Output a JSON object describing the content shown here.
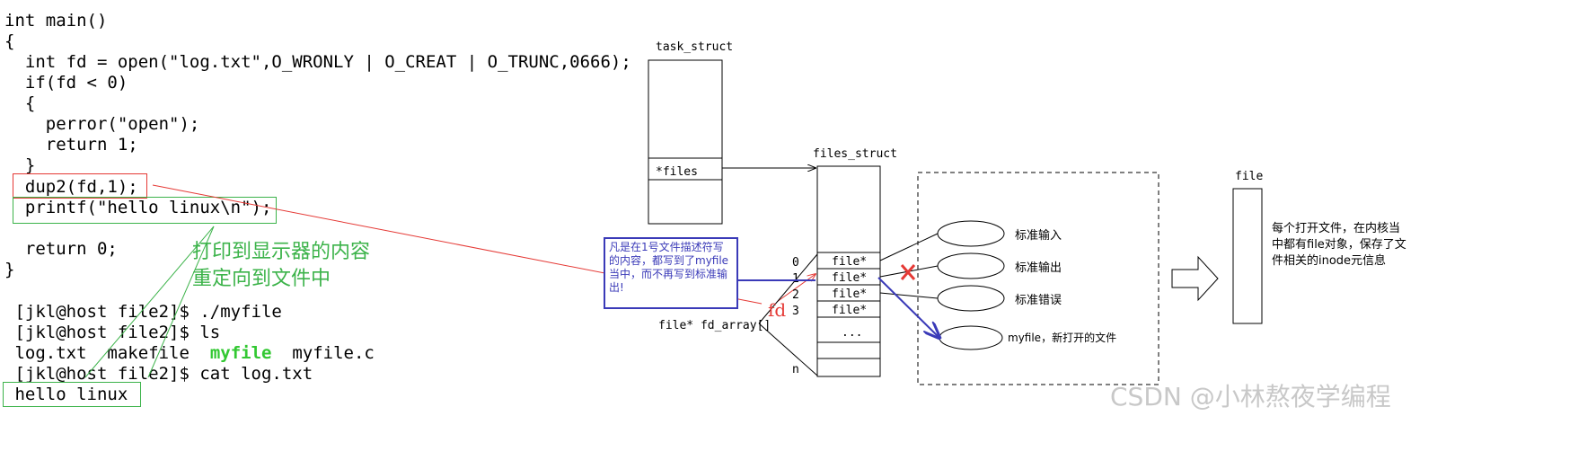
{
  "code": {
    "lines": [
      "int main()",
      "{",
      "  int fd = open(\"log.txt\",O_WRONLY | O_CREAT | O_TRUNC,0666);",
      "  if(fd < 0)",
      "  {",
      "    perror(\"open\");",
      "    return 1;",
      "  }",
      "  dup2(fd,1);",
      "  printf(\"hello linux\\n\");",
      "  return 0;",
      "}"
    ]
  },
  "annotation": {
    "line1": "打印到显示器的内容",
    "line2": "重定向到文件中"
  },
  "terminal": {
    "cmd1": " [jkl@host file2]$ ./myfile",
    "cmd2": " [jkl@host file2]$ ls",
    "ls_log": " log.txt",
    "ls_makefile": "makefile",
    "ls_myfile": "myfile",
    "ls_myfilec": "myfile.c",
    "cmd3": " [jkl@host file2]$ cat log.txt",
    "output": " hello linux"
  },
  "diagram": {
    "task_struct": "task_struct",
    "files_ptr": "*files",
    "files_struct": "files_struct",
    "fd_array": "file* fd_array[]",
    "slot_label": "file*",
    "ellipsis": "...",
    "index_0": "0",
    "index_1": "1",
    "index_2": "2",
    "index_3": "3",
    "index_n": "n",
    "fd_label": "fd",
    "stdin": "标准输入",
    "stdout": "标准输出",
    "stderr": "标准错误",
    "myfile": "myfile，新打开的文件",
    "file": "file",
    "note": "凡是在1号文件描述符写的内容，都写到了myfile当中，而不再写到标准输出!",
    "side_note": "每个打开文件，在内核当中都有file对象，保存了文件相关的inode元信息",
    "watermark": "CSDN @小林熬夜学编程"
  },
  "colors": {
    "red": "#e53935",
    "green": "#3cb34a",
    "blue": "#3a3ab8"
  }
}
